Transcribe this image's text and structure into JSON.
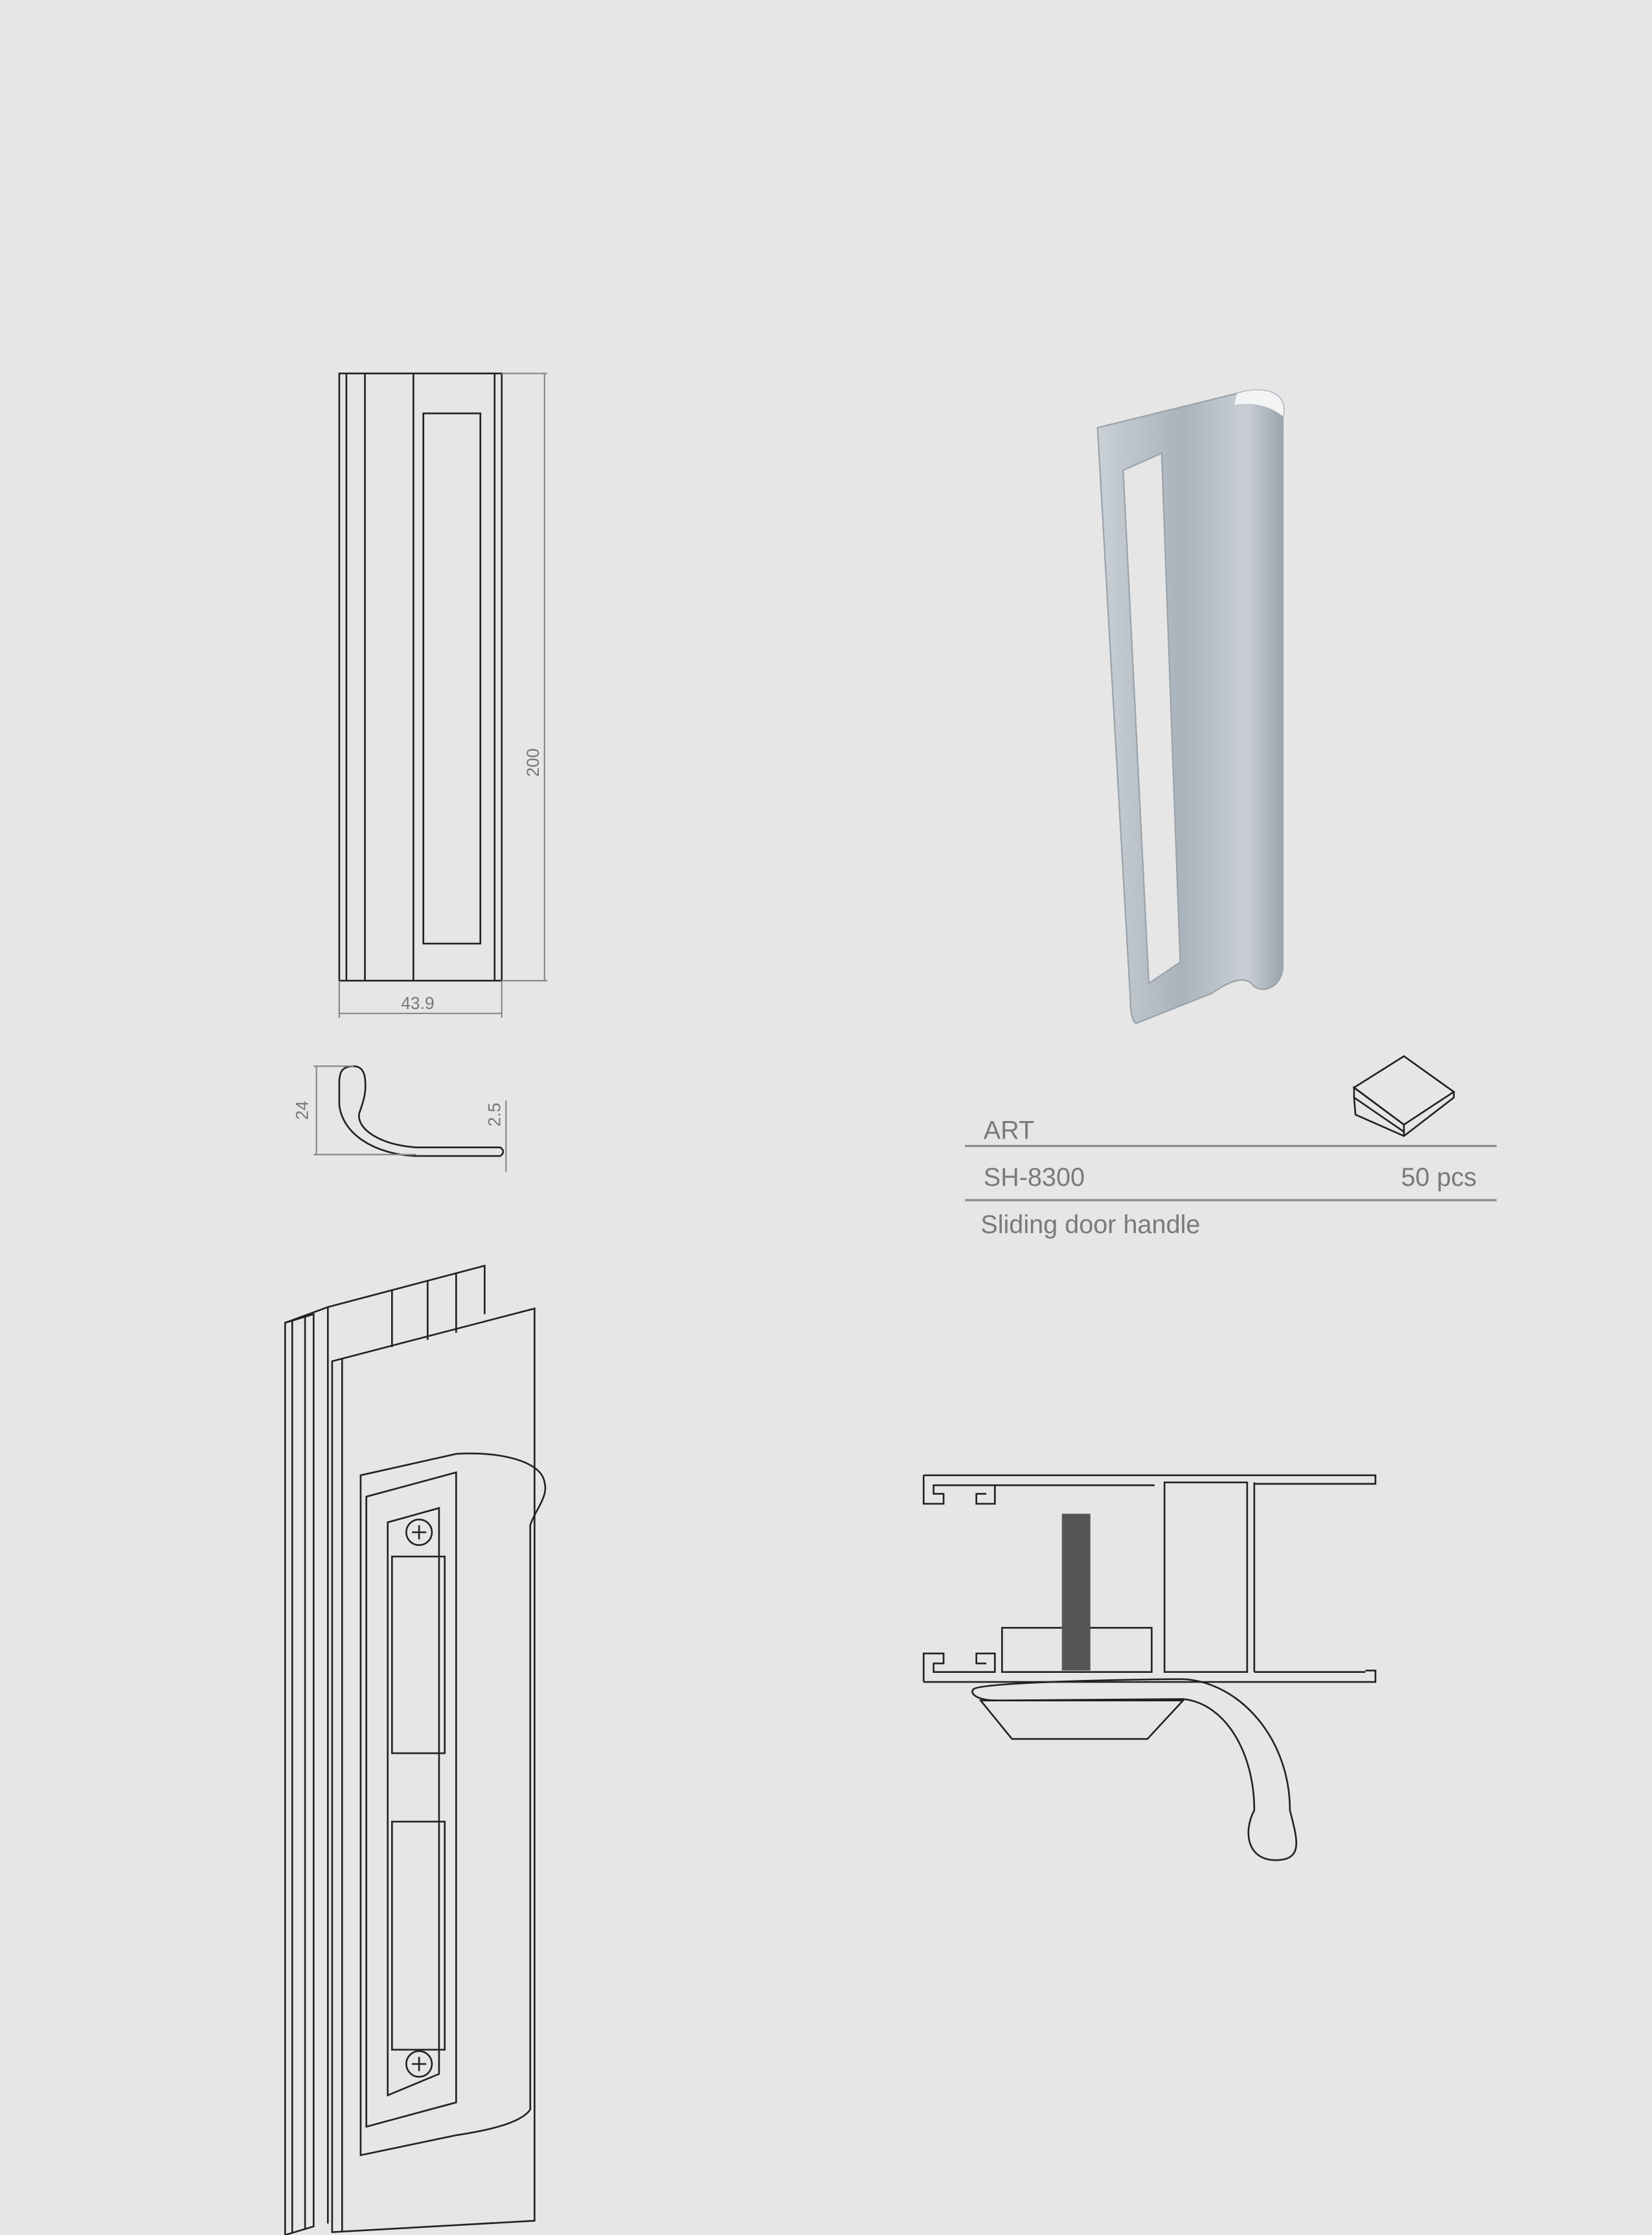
{
  "drawing": {
    "dimensions": {
      "height": "200",
      "width": "43.9",
      "profile_height": "24",
      "thickness": "2.5"
    }
  },
  "info": {
    "art_label": "ART",
    "article_number": "SH-8300",
    "quantity": "50 pcs",
    "description": "Sliding door handle",
    "package_icon": "box-icon"
  },
  "colors": {
    "background": "#e6e6e6",
    "text": "#7a7a7a",
    "render": "#b4bcc4"
  }
}
